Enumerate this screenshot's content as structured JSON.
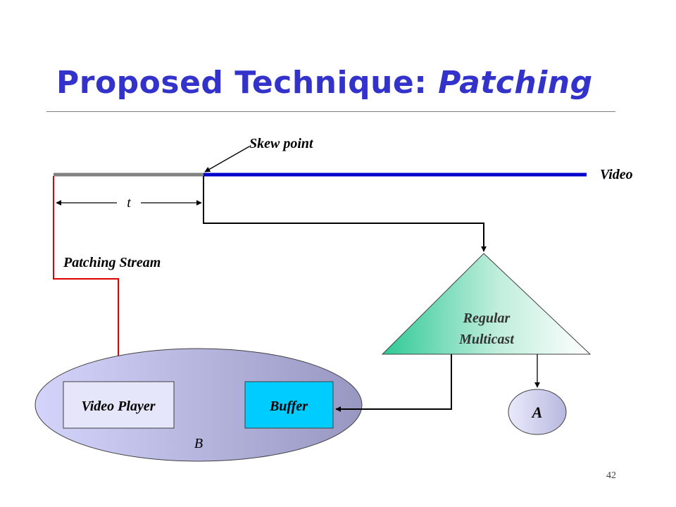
{
  "slide": {
    "title_main": "Proposed Technique: ",
    "title_emph": "Patching",
    "page_number": "42"
  },
  "diagram": {
    "skew_point_label": "Skew point",
    "video_label": "Video",
    "time_label": "t",
    "patching_stream_label": "Patching Stream",
    "multicast_label_line1": "Regular",
    "multicast_label_line2": "Multicast",
    "client_a_label": "A",
    "video_player_label": "Video Player",
    "buffer_label": "Buffer",
    "client_b_label": "B"
  },
  "colors": {
    "title": "#3333cc",
    "video_line": "#0000cc",
    "past_line": "#808080",
    "patch_line": "#dd0000",
    "buffer_fill": "#00ccff",
    "multicast_gradient": [
      "#33cc99",
      "#ffffff"
    ]
  }
}
